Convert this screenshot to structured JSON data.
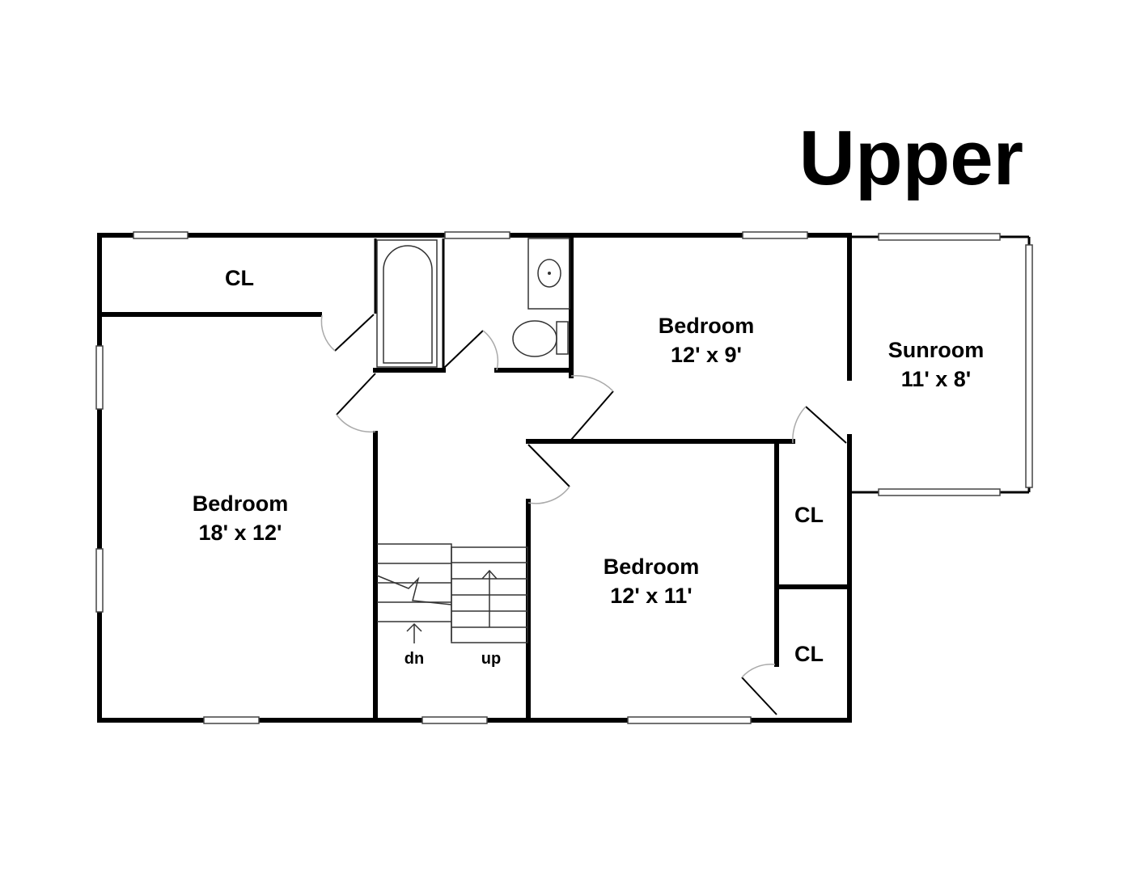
{
  "plan_title": "Upper",
  "rooms": {
    "closet_top_left": {
      "name": "CL"
    },
    "bedroom_left": {
      "name": "Bedroom",
      "dims": "18' x 12'"
    },
    "bedroom_top_right": {
      "name": "Bedroom",
      "dims": "12' x 9'"
    },
    "sunroom": {
      "name": "Sunroom",
      "dims": "11' x 8'"
    },
    "bedroom_center": {
      "name": "Bedroom",
      "dims": "12' x 11'"
    },
    "closet_right_upper": {
      "name": "CL"
    },
    "closet_right_lower": {
      "name": "CL"
    }
  },
  "stairs": {
    "down_label": "dn",
    "up_label": "up"
  }
}
